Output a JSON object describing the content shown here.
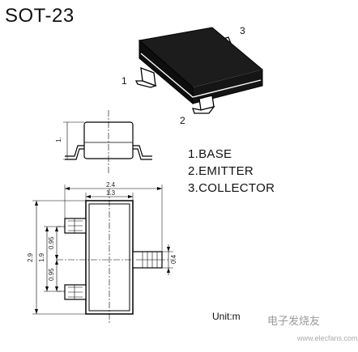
{
  "title": "SOT-23",
  "pins": [
    {
      "number": "1",
      "name": "1.BASE"
    },
    {
      "number": "2",
      "name": "2.EMITTER"
    },
    {
      "number": "3",
      "name": "3.COLLECTOR"
    }
  ],
  "dimensions": {
    "side_height": "1.",
    "overall_width": "2.4",
    "body_width": "1.3",
    "overall_length": "2.9",
    "body_length": "1.9",
    "pitch_top": "0.95",
    "pitch_bottom": "0.95",
    "lead_width": "0.4"
  },
  "unit_label": "Unit:m",
  "watermark": "电子发烧友",
  "watermark_url": "www.elecfans.com"
}
